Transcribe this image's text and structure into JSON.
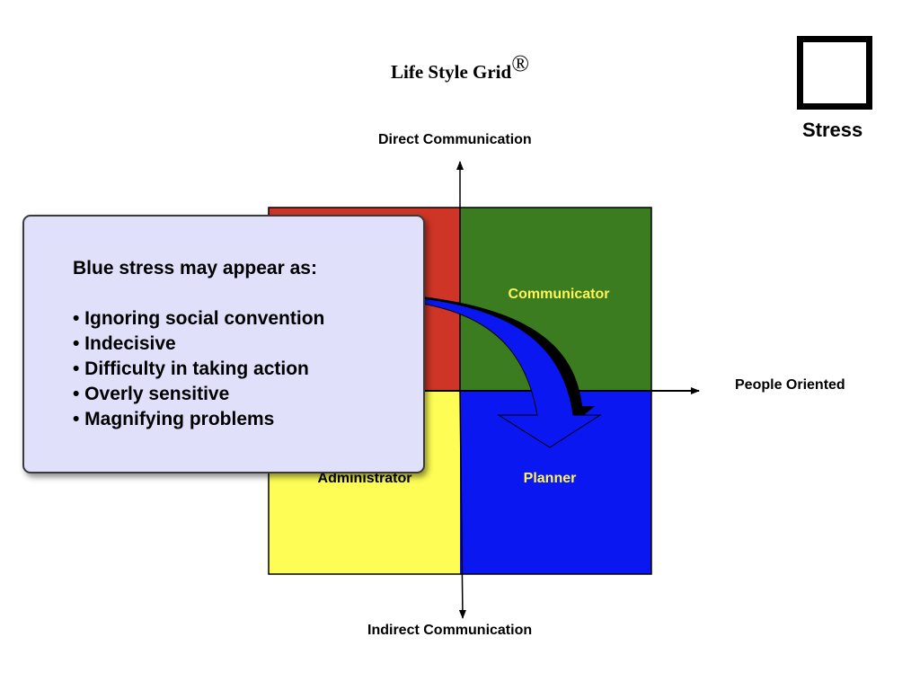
{
  "title": {
    "text": "Life Style Grid",
    "mark": "®"
  },
  "legend": {
    "label": "Stress"
  },
  "axes": {
    "top": "Direct Communication",
    "bottom": "Indirect Communication",
    "right": "People Oriented"
  },
  "quadrants": {
    "top_left": {
      "label": "",
      "color": "#cf3527"
    },
    "top_right": {
      "label": "Communicator",
      "color": "#3b7c20",
      "label_color": "#fdf45a"
    },
    "bottom_left": {
      "label": "Administrator",
      "color": "#fdfd55",
      "label_color": "#000000"
    },
    "bottom_right": {
      "label": "Planner",
      "color": "#0a17f0",
      "label_color": "#fdf45a"
    }
  },
  "arrow": {
    "color": "#0a17f0",
    "direction": "from top-left quadrant to bottom-right quadrant"
  },
  "callout": {
    "heading": "Blue stress may appear as:",
    "items": [
      "• Ignoring social convention",
      "• Indecisive",
      "• Difficulty in taking action",
      "• Overly sensitive",
      "• Magnifying problems"
    ],
    "background": "#e0e0fb"
  }
}
